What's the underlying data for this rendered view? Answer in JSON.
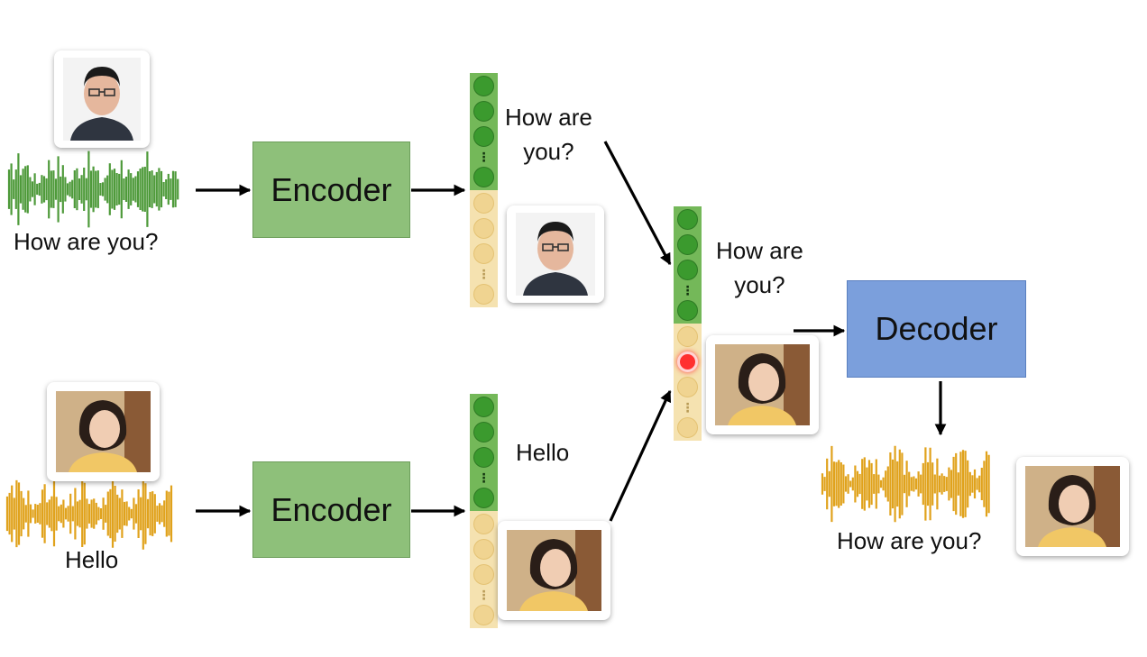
{
  "top_row": {
    "encoder_label": "Encoder",
    "speech_caption": "How are you?",
    "content_label": "How are\nyou?",
    "speaker": "man-face-photo",
    "waveform_color": "#4e9a3a"
  },
  "bottom_row": {
    "encoder_label": "Encoder",
    "speech_caption": "Hello",
    "content_label": "Hello",
    "speaker": "woman-face-photo",
    "waveform_color": "#e0a21c"
  },
  "combined": {
    "content_label": "How are\nyou?"
  },
  "decoder": {
    "label": "Decoder",
    "output_caption": "How are you?"
  },
  "colors": {
    "encoder_fill": "#8ec07a",
    "decoder_fill": "#7b9fdc",
    "content_vector": "#3b9a2e",
    "speaker_vector": "#f0d491",
    "highlight": "#ff3030"
  }
}
